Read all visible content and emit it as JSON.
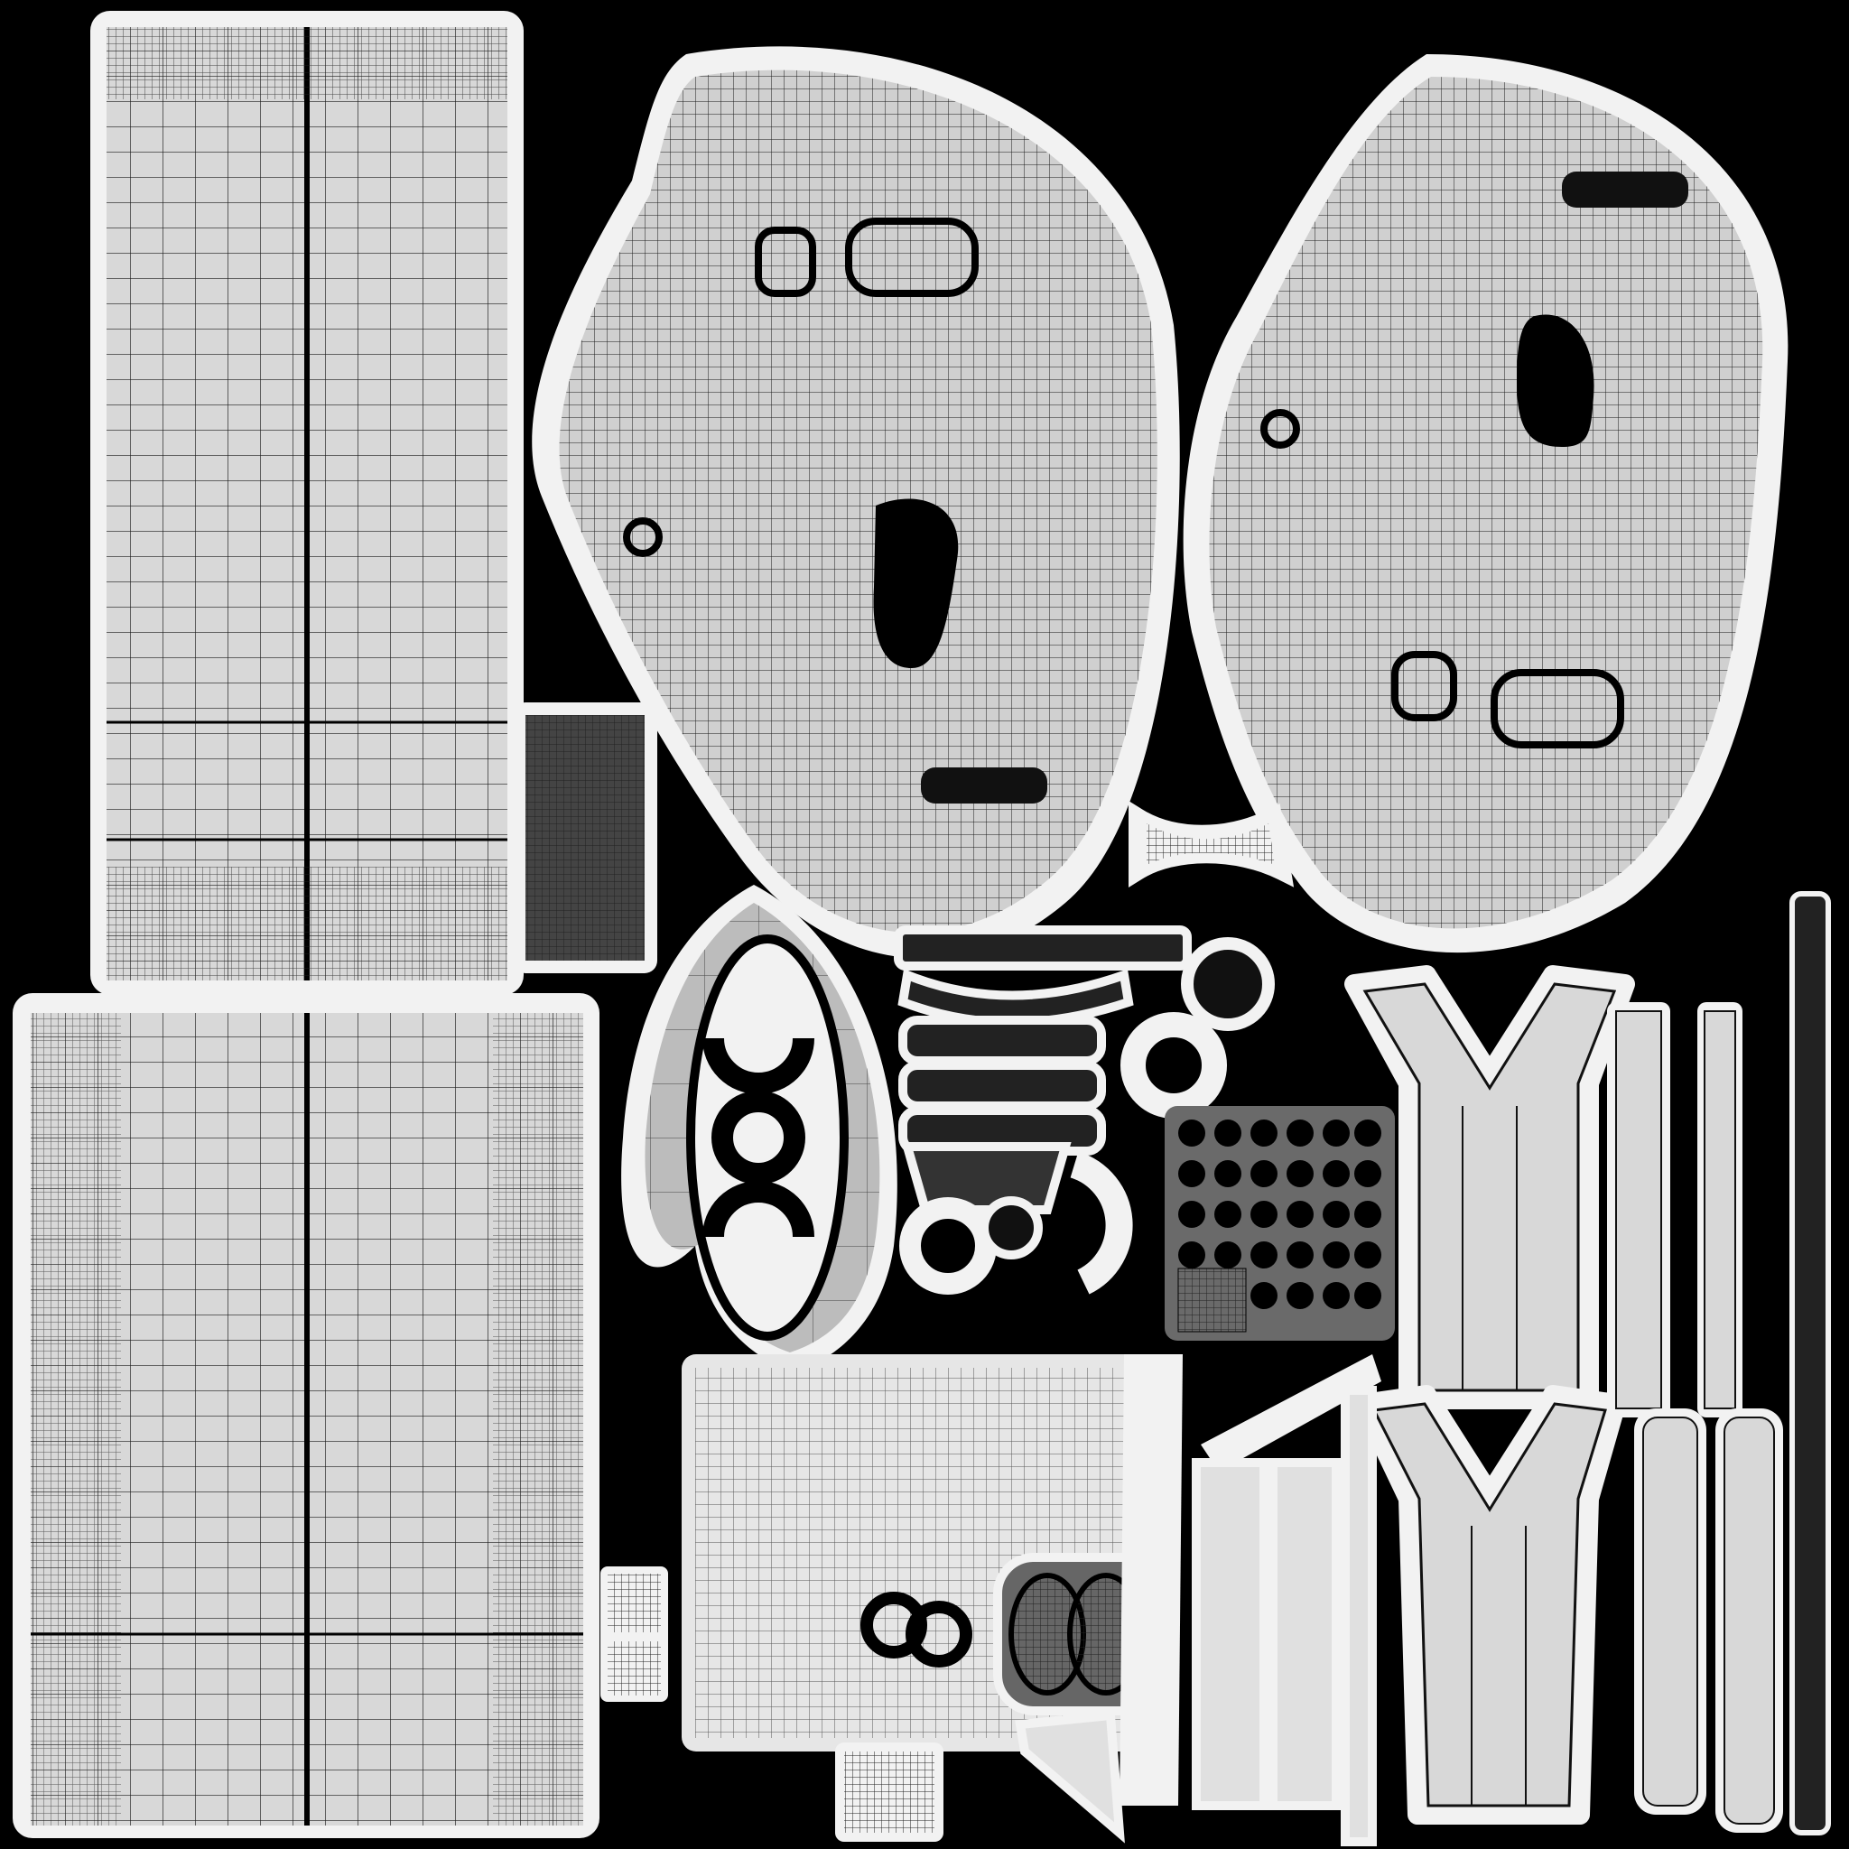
{
  "image": {
    "kind": "uv-wireframe-texture-sheet",
    "background_color": "#000000",
    "island_fill": "#d8d8d8",
    "island_outline_color": "#f2f2f2",
    "wire_color": "#111111",
    "dense_wire_color": "#2a2a2a"
  },
  "islands": [
    {
      "name": "tall-panel-top",
      "icon": "rectangular-panel"
    },
    {
      "name": "tall-panel-bottom",
      "icon": "rectangular-panel"
    },
    {
      "name": "shell-left",
      "icon": "curved-shell"
    },
    {
      "name": "shell-right",
      "icon": "curved-shell"
    },
    {
      "name": "leaf-emblem",
      "icon": "wreath-emblem"
    },
    {
      "name": "v-strap-top",
      "icon": "v-shaped-strap"
    },
    {
      "name": "v-strap-bottom",
      "icon": "v-shaped-strap"
    },
    {
      "name": "small-parts-cluster",
      "icon": "small-parts"
    }
  ]
}
